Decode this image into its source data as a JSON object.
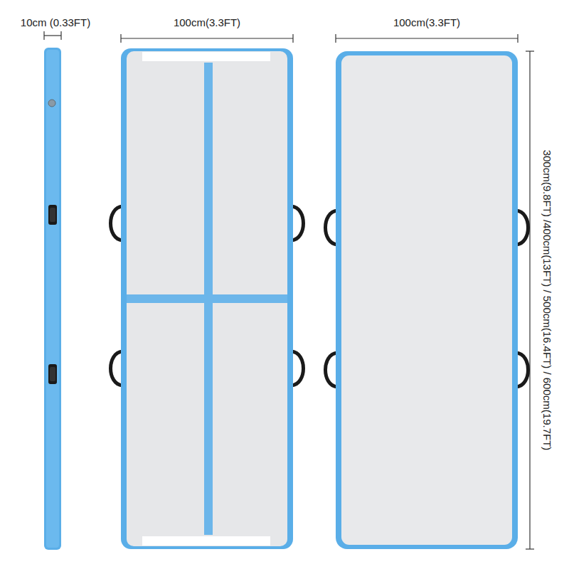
{
  "diagram": {
    "labels": [
      "10cm (0.33FT)",
      "100cm(3.3FT)",
      "100cm(3.3FT)",
      "300cm(9.8FT) /400cm(13FT) / 500cm(16.4FT) / 600cm(19.7FT)"
    ]
  }
}
